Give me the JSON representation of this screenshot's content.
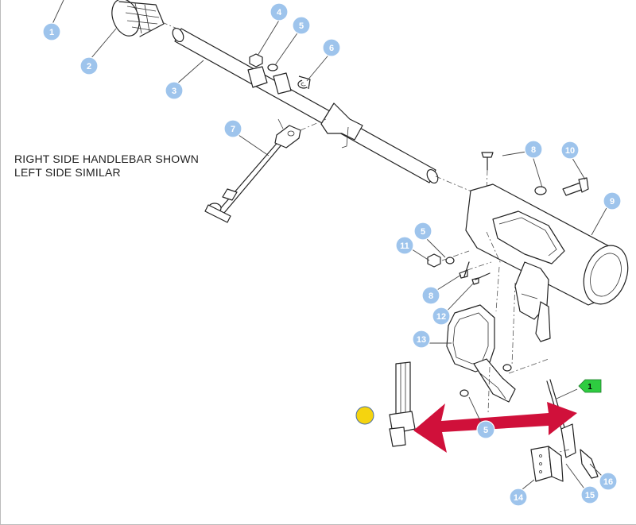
{
  "note": {
    "line1": "RIGHT SIDE HANDLEBAR SHOWN",
    "line2": "LEFT SIDE SIMILAR"
  },
  "callouts": [
    {
      "id": "c1",
      "label": "1"
    },
    {
      "id": "c2",
      "label": "2"
    },
    {
      "id": "c3",
      "label": "3"
    },
    {
      "id": "c4",
      "label": "4"
    },
    {
      "id": "c5a",
      "label": "5"
    },
    {
      "id": "c6",
      "label": "6"
    },
    {
      "id": "c7",
      "label": "7"
    },
    {
      "id": "c8a",
      "label": "8"
    },
    {
      "id": "c10",
      "label": "10"
    },
    {
      "id": "c9",
      "label": "9"
    },
    {
      "id": "c5b",
      "label": "5"
    },
    {
      "id": "c11",
      "label": "11"
    },
    {
      "id": "c8b",
      "label": "8"
    },
    {
      "id": "c12",
      "label": "12"
    },
    {
      "id": "c13",
      "label": "13"
    },
    {
      "id": "c5c",
      "label": "5"
    },
    {
      "id": "c14",
      "label": "14"
    },
    {
      "id": "c15",
      "label": "15"
    },
    {
      "id": "c16",
      "label": "16"
    }
  ],
  "flag": {
    "label": "1",
    "color": "#2ecc40"
  },
  "arrow_color": "#d0103a",
  "marker_color": "#f5d40f",
  "callout_color": "#9ec4ec"
}
